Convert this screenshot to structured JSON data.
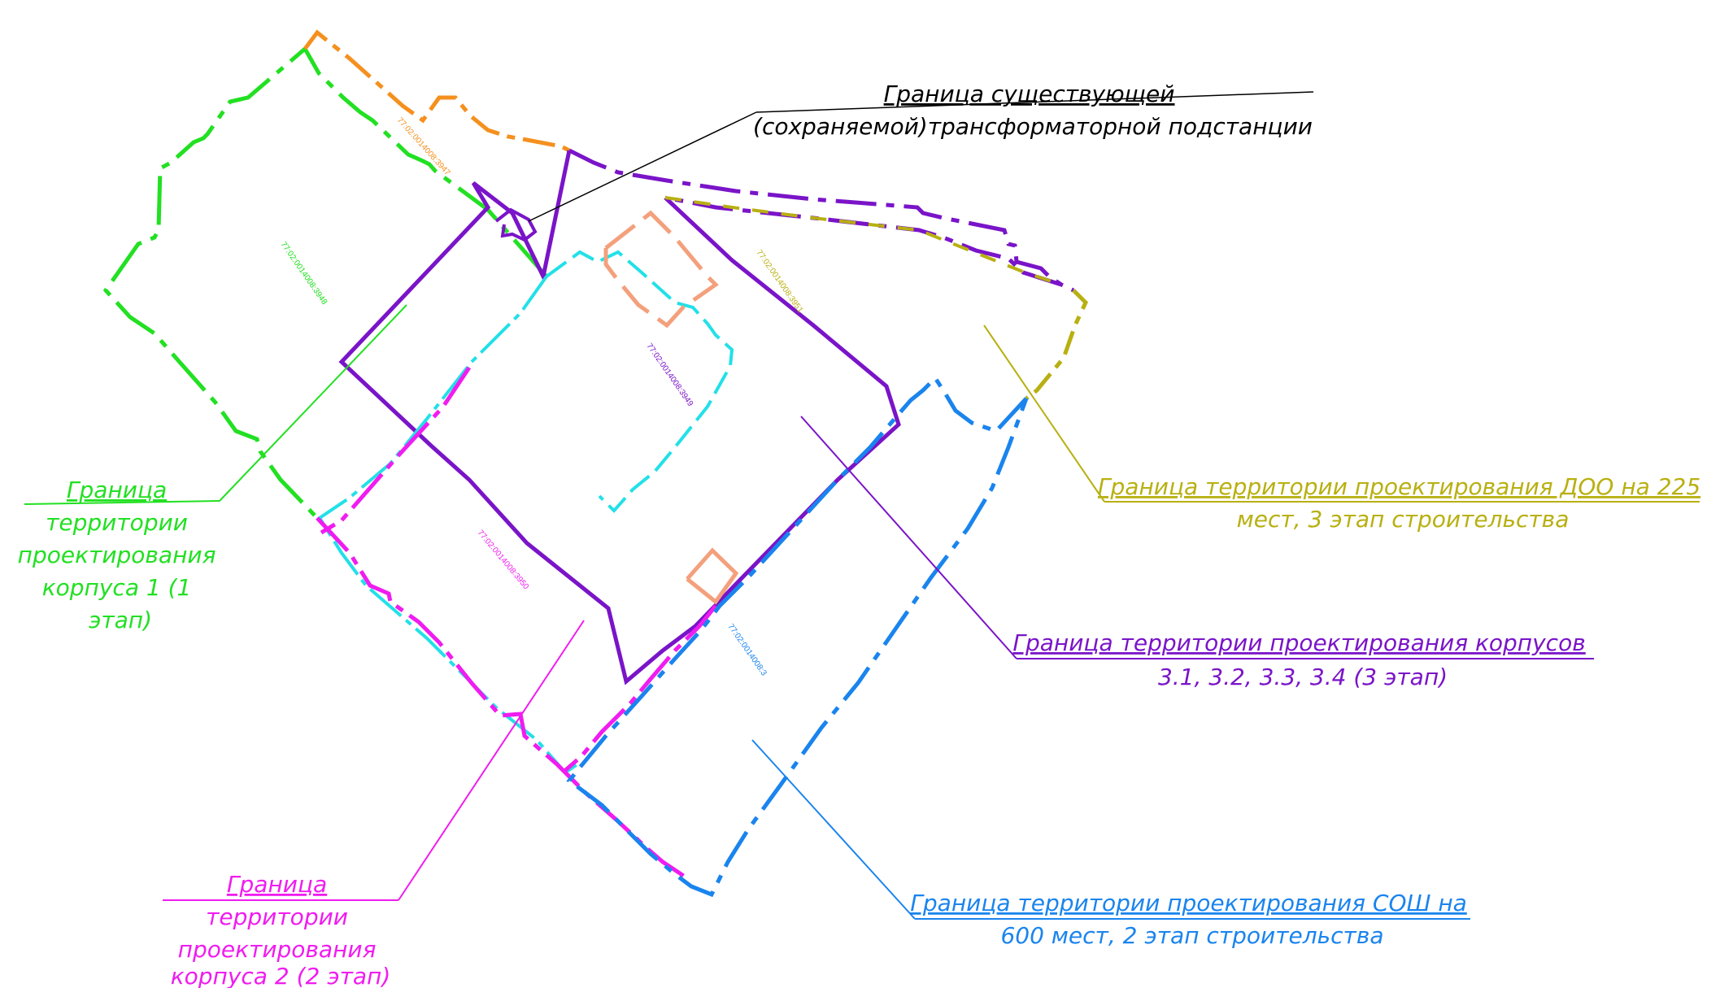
{
  "colors": {
    "green": "#22e022",
    "orange": "#f5901e",
    "purple": "#7a14c8",
    "olive": "#b8b012",
    "cyan": "#22e0e8",
    "salmon": "#f4a07c",
    "magenta": "#f01cf0",
    "blue": "#1a84ee",
    "black": "#000000"
  },
  "labels": {
    "substation": [
      "Граница существующей",
      "(сохраняемой)трансформаторной подстанции"
    ],
    "korpus1": [
      "Граница",
      "территории",
      "проектирования",
      "корпуса 1 (1",
      "этап)"
    ],
    "doo": [
      "Граница территории проектирования ДОО на 225",
      "мест, 3 этап строительства"
    ],
    "korpusa3": [
      "Граница территории проектирования корпусов",
      "3.1, 3.2, 3.3, 3.4 (3 этап)"
    ],
    "sosh": [
      "Граница территории проектирования СОШ на",
      "600 мест, 2 этап строительства"
    ],
    "korpus2": [
      "Граница",
      "территории",
      "проектирования",
      "корпуса 2 (2 этап)"
    ]
  },
  "parcels": {
    "p3947": "77:02:0014008:3947",
    "p3948": "77:02:0014008:3948",
    "p3951": "77:02:0014008:3951",
    "p3949": "77:02:0014008:3949",
    "p3950": "77:02:0014008:3950",
    "p3": "77:02:0014008:3"
  }
}
